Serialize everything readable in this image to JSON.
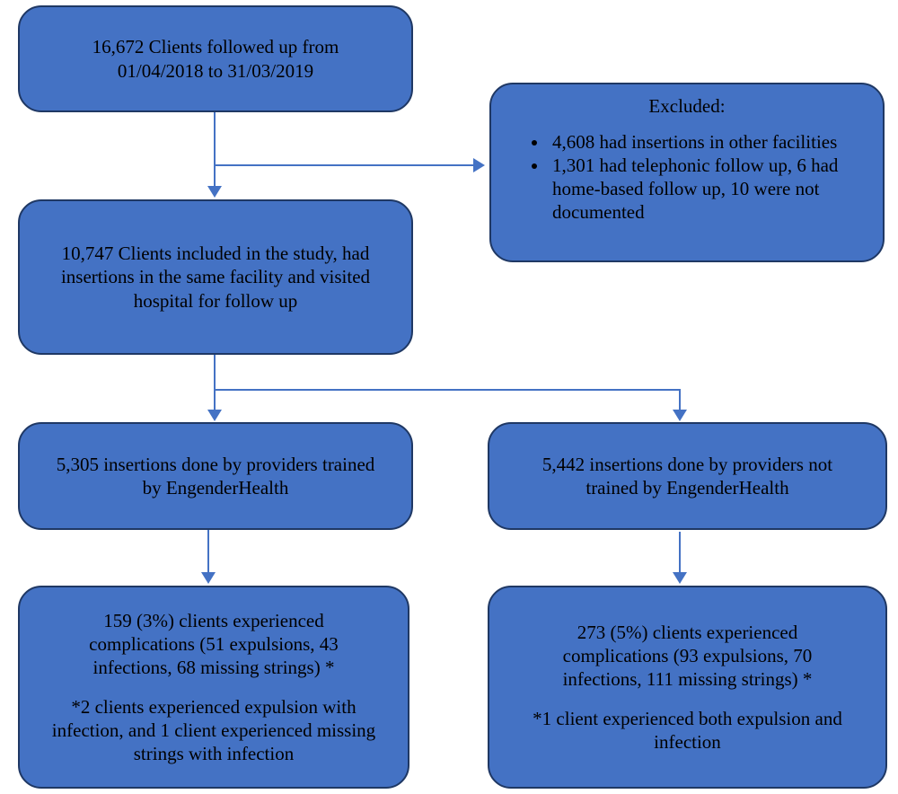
{
  "colors": {
    "box_fill": "#4472C4",
    "box_border": "#1F3864",
    "arrow": "#4472C4",
    "text": "#000000",
    "background": "#FFFFFF"
  },
  "boxes": {
    "followed_up": {
      "lines": [
        "16,672 Clients followed up from",
        "01/04/2018 to 31/03/2019"
      ]
    },
    "excluded": {
      "title": "Excluded:",
      "bullets": [
        [
          "4,608 had insertions in other facilities"
        ],
        [
          "1,301 had telephonic follow up, 6 had",
          "home-based follow up, 10 were not",
          "documented"
        ]
      ]
    },
    "included": {
      "lines": [
        "10,747 Clients included in the study, had",
        "insertions in the same facility and visited",
        "hospital for follow up"
      ]
    },
    "trained": {
      "lines": [
        "5,305 insertions done by providers trained",
        "by EngenderHealth"
      ]
    },
    "not_trained": {
      "lines": [
        "5,442 insertions done by providers not",
        "trained by EngenderHealth"
      ]
    },
    "trained_outcome": {
      "lines": [
        "159 (3%) clients experienced",
        "complications (51 expulsions, 43",
        "infections, 68 missing strings) *"
      ],
      "note_lines": [
        "*2 clients experienced expulsion with",
        "infection, and 1 client experienced missing",
        "strings with infection"
      ]
    },
    "not_trained_outcome": {
      "lines": [
        "273 (5%) clients experienced",
        "complications (93 expulsions, 70",
        "infections, 111 missing strings) *"
      ],
      "note_lines": [
        "*1 client experienced both expulsion and",
        "infection"
      ]
    }
  }
}
